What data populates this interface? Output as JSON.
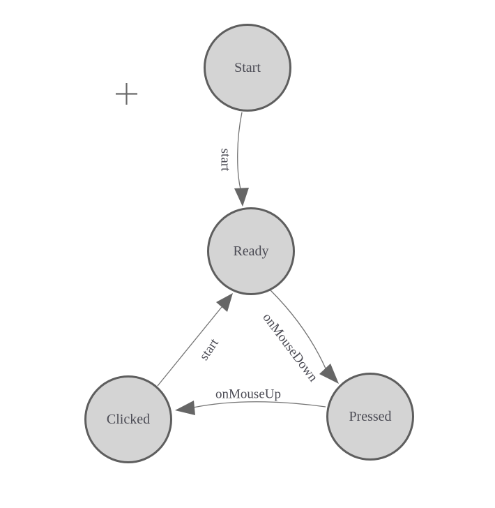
{
  "app": {
    "background": "#ffffff"
  },
  "colors": {
    "node_fill": "#d4d4d4",
    "node_border": "#5e5e5e",
    "edge_line": "#737373",
    "arrow_fill": "#666666",
    "text": "#4c4c55",
    "plus_icon": "#6a6a6a"
  },
  "toolbar": {
    "add_tool_icon": "plus-icon"
  },
  "diagram": {
    "type": "state-machine",
    "nodes": [
      {
        "id": "start",
        "label": "Start"
      },
      {
        "id": "ready",
        "label": "Ready"
      },
      {
        "id": "clicked",
        "label": "Clicked"
      },
      {
        "id": "pressed",
        "label": "Pressed"
      }
    ],
    "edges": [
      {
        "from": "Start",
        "to": "Ready",
        "label": "start"
      },
      {
        "from": "Ready",
        "to": "Pressed",
        "label": "onMouseDown"
      },
      {
        "from": "Pressed",
        "to": "Clicked",
        "label": "onMouseUp"
      },
      {
        "from": "Clicked",
        "to": "Ready",
        "label": "start"
      }
    ]
  }
}
